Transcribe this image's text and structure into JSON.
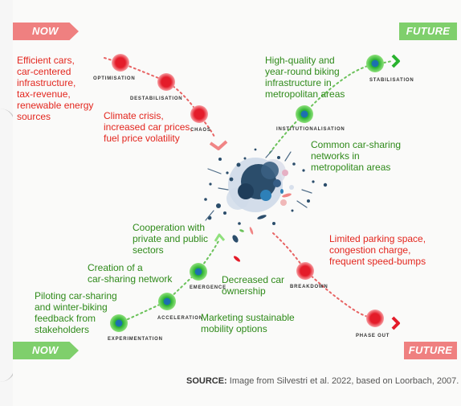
{
  "tags": {
    "now_top": "NOW",
    "future_top": "FUTURE",
    "now_bottom": "NOW",
    "future_bottom": "FUTURE"
  },
  "stages": {
    "optimisation": "OPTIMISATION",
    "destabilisation": "DESTABILISATION",
    "chaos": "CHAOS",
    "breakdown": "BREAKDOWN",
    "phase_out": "PHASE OUT",
    "experimentation": "EXPERIMENTATION",
    "acceleration": "ACCELERATION",
    "emergence": "EMERGENCE",
    "institutionalisation": "INSTITUTIONALISATION",
    "stabilisation": "STABILISATION"
  },
  "texts": {
    "efficient": [
      "Efficient cars,",
      "car-centered",
      "infrastructure,",
      "tax-revenue,",
      "renewable energy",
      "sources"
    ],
    "climate": [
      "Climate crisis,",
      "increased car prices,",
      "fuel price volatility"
    ],
    "high_quality": [
      "High-quality and",
      "year-round biking",
      "infrastructure in",
      "metropolitan areas"
    ],
    "car_sharing_common": [
      "Common car-sharing",
      "networks in",
      "metropolitan areas"
    ],
    "cooperation": [
      "Cooperation with",
      "private and public",
      "sectors"
    ],
    "creation": [
      "Creation of a",
      "car-sharing network"
    ],
    "decreased": [
      "Decreased car",
      "ownership"
    ],
    "piloting": [
      "Piloting car-sharing",
      "and winter-biking",
      "feedback from",
      "stakeholders"
    ],
    "marketing": [
      "Marketing sustainable",
      "mobility options"
    ],
    "limited": [
      "Limited parking space,",
      "congestion charge,",
      "frequent speed-bumps"
    ]
  },
  "source": {
    "label": "SOURCE:",
    "text": " Image from Silvestri et al. 2022, based on Loorbach, 2007."
  },
  "colors": {
    "red": "#e3261e",
    "green": "#2f8a1a",
    "red_tag": "#ef8080",
    "green_tag": "#7fcf6c",
    "center_blob": "#2b4d6b"
  }
}
